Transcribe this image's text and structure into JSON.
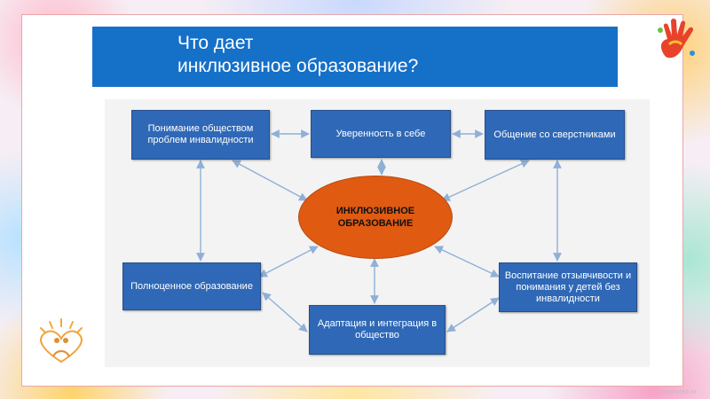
{
  "title": {
    "line1": "Что дает",
    "line2": "инклюзивное образование?"
  },
  "center": {
    "line1": "ИНКЛЮЗИВНОЕ",
    "line2": "ОБРАЗОВАНИЕ"
  },
  "nodes": {
    "understanding": "Понимание обществом проблем инвалидности",
    "confidence": "Уверенность в себе",
    "communication": "Общение со сверстниками",
    "education": "Полноценное образование",
    "adaptation": "Адаптация и интеграция в общество",
    "upbringing": "Воспитание отзывчивости и понимания у детей без инвалидности"
  },
  "colors": {
    "title_bar": "#1570c8",
    "node_fill": "#2f68b6",
    "center_fill": "#e05a12",
    "arrow": "#8fb0d6"
  },
  "icons": {
    "left_logo": "sun-heart-logo-icon",
    "right_logo": "painted-hand-icon"
  },
  "footnote": "myshared.ru"
}
